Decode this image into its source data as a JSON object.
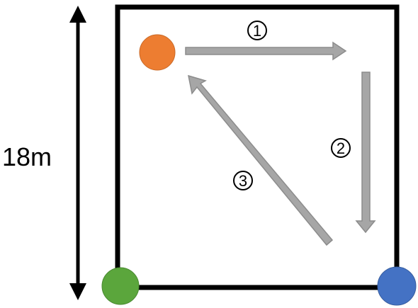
{
  "dimension": {
    "label": "18m"
  },
  "steps": [
    {
      "number": "1"
    },
    {
      "number": "2"
    },
    {
      "number": "3"
    }
  ],
  "markers": [
    {
      "name": "start-marker",
      "color": "#ED7D31"
    },
    {
      "name": "corner-marker-bottom-left",
      "color": "#5BA63C"
    },
    {
      "name": "corner-marker-bottom-right",
      "color": "#4472C4"
    }
  ],
  "colors": {
    "frame": "#000000",
    "arrow_fill": "#A6A6A6",
    "arrow_stroke": "#8C8C8C"
  }
}
